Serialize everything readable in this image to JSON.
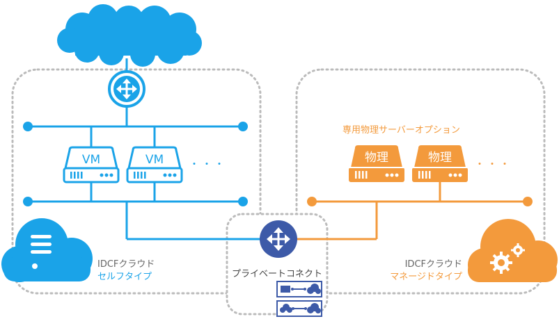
{
  "self_cloud": {
    "label_line1": "IDCFクラウド",
    "label_line2": "セルフタイプ",
    "vm_labels": [
      "VM",
      "VM"
    ],
    "ellipsis": "・・・"
  },
  "managed_cloud": {
    "label_line1": "IDCFクラウド",
    "label_line2": "マネージドタイプ",
    "option_title": "専用物理サーバーオプション",
    "server_labels": [
      "物理",
      "物理"
    ],
    "ellipsis": "・・・"
  },
  "private_connect": {
    "label": "プライベートコネクト"
  },
  "colors": {
    "blue": "#1aa3e8",
    "orange": "#f39a3c",
    "navy": "#3d5aa8",
    "gray_dotted": "#bbbbbb",
    "gray_text": "#666666"
  }
}
